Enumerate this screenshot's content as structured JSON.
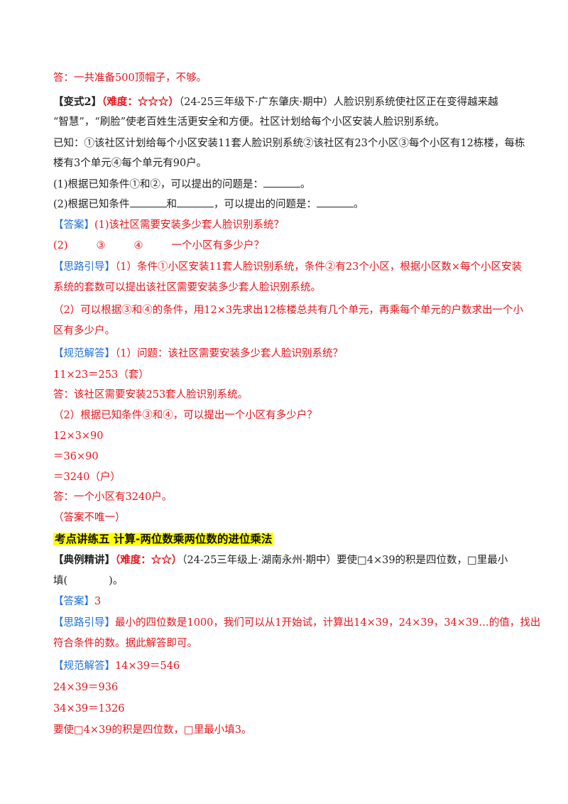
{
  "lines": {
    "l1": "答：一共准备500顶帽子，不够。",
    "l2_tag": "【变式2】",
    "l2_diff": "（难度：☆☆☆）",
    "l2_src": "（24-25三年级下·广东肇庆·期中）人脸识别系统使社区正在变得越来越",
    "l3": "“智慧”，“刷脸”使老百姓生活更安全和方便。社区计划给每个小区安装人脸识别系统。",
    "l4": "已知：①该社区计划给每个小区安装11套人脸识别系统②该社区有23个小区③每个小区有12栋楼，每栋",
    "l5": "楼有3个单元④每个单元有90户。",
    "l6_a": "(1)根据已知条件①和②，可以提出的问题是：",
    "l6_b": "。",
    "l7_a": "(2)根据已知条件",
    "l7_b": "和",
    "l7_c": "，可以提出的问题是：",
    "l7_d": "。",
    "l8_tag": "【答案】",
    "l8_text": "(1)该社区需要安装多少套人脸识别系统？",
    "l9_a": "(2)",
    "l9_b": "③",
    "l9_c": "④",
    "l9_d": "一个小区有多少户？",
    "l10_tag": "【思路引导】",
    "l10_text": "（1）条件①小区安装11套人脸识别系统，条件②有23个小区，根据小区数×每个小区安装",
    "l11": "系统的套数可以提出该社区需要安装多少套人脸识别系统。",
    "l12": "（2）可以根据③和④的条件，用12×3先求出12栋楼总共有几个单元，再乘每个单元的户数求出一个小",
    "l13": "区有多少户。",
    "l14_tag": "【规范解答】",
    "l14_text": "（1）问题：该社区需要安装多少套人脸识别系统？",
    "l15": "11×23＝253（套）",
    "l16": "答：该社区需要安装253套人脸识别系统。",
    "l17": "（2）根据已知条件③和④，可以提出一个小区有多少户？",
    "l18": "12×3×90",
    "l19": "＝36×90",
    "l20": "＝3240（户）",
    "l21": "答：一个小区有3240户。",
    "l22": "（答案不唯一）",
    "l23": "考点讲练五 计算-两位数乘两位数的进位乘法",
    "l24_tag": "【典例精讲】",
    "l24_diff": "（难度：☆☆）",
    "l24_src": "（24-25三年级上·湖南永州·期中）要使□4×39的积是四位数，□里最小",
    "l25": "填(　　　　)。",
    "l26_tag": "【答案】",
    "l26_text": "3",
    "l27_tag": "【思路引导】",
    "l27_text": "最小的四位数是1000，我们可以从1开始试，计算出14×39，24×39，34×39…的值，找出",
    "l28": "符合条件的数。据此解答即可。",
    "l29_tag": "【规范解答】",
    "l29_text": "14×39＝546",
    "l30": "24×39＝936",
    "l31": "34×39＝1326",
    "l32": "要使□4×39的积是四位数，□里最小填3。"
  },
  "colors": {
    "answer_red": "#e8141b",
    "tag_blue": "#1f6fd8",
    "highlight": "#ffff00"
  }
}
